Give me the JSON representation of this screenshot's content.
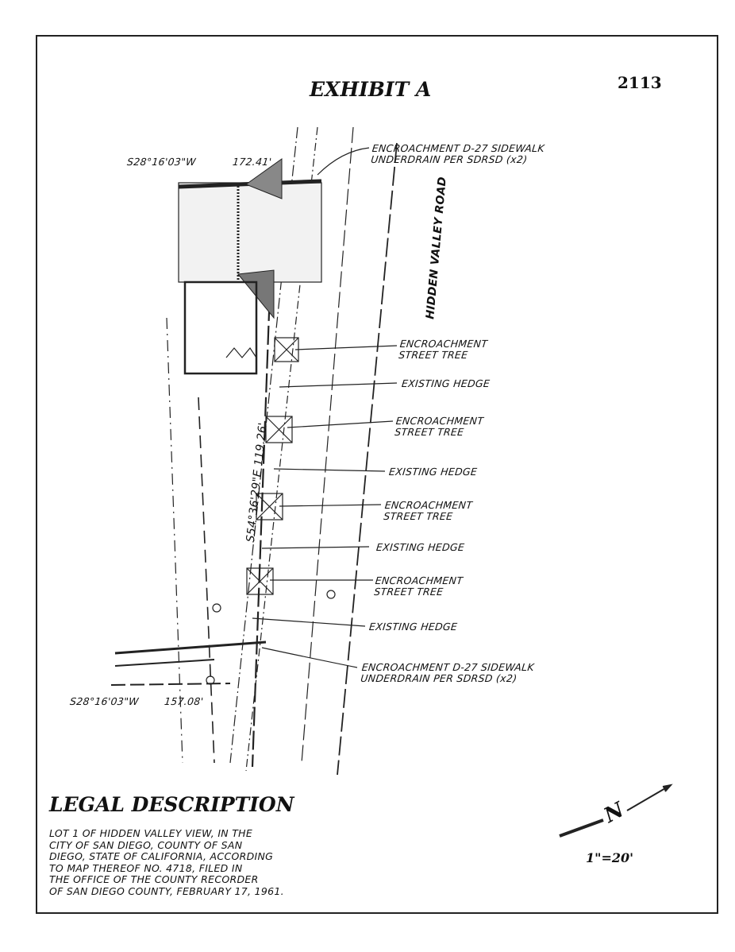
{
  "header": {
    "title": "EXHIBIT A",
    "number": "2113"
  },
  "plan": {
    "road_name": "HIDDEN VALLEY ROAD",
    "bearings": {
      "top": {
        "bearing": "S28°16'03\"W",
        "distance": "172.41'"
      },
      "bottom": {
        "bearing": "S28°16'03\"W",
        "distance": "157.08'"
      },
      "side": "S54°36'29\"E 119.26'"
    },
    "callouts": [
      {
        "line1": "ENCROACHMENT D-27 SIDEWALK",
        "line2": "UNDERDRAIN PER SDRSD (x2)"
      },
      {
        "line1": "ENCROACHMENT",
        "line2": "STREET TREE"
      },
      {
        "line1": "EXISTING HEDGE"
      },
      {
        "line1": "ENCROACHMENT",
        "line2": "STREET TREE"
      },
      {
        "line1": "EXISTING HEDGE"
      },
      {
        "line1": "ENCROACHMENT",
        "line2": "STREET TREE"
      },
      {
        "line1": "EXISTING HEDGE"
      },
      {
        "line1": "ENCROACHMENT",
        "line2": "STREET TREE"
      },
      {
        "line1": "EXISTING HEDGE"
      },
      {
        "line1": "ENCROACHMENT D-27 SIDEWALK",
        "line2": "UNDERDRAIN PER SDRSD (x2)"
      }
    ]
  },
  "legal": {
    "heading": "LEGAL DESCRIPTION",
    "lines": [
      "LOT 1 OF HIDDEN VALLEY VIEW, IN THE",
      "CITY OF SAN DIEGO, COUNTY OF SAN",
      "DIEGO, STATE OF CALIFORNIA, ACCORDING",
      "TO MAP THEREOF NO. 4718, FILED IN",
      "THE OFFICE OF THE COUNTY RECORDER",
      "OF SAN DIEGO COUNTY, FEBRUARY 17, 1961."
    ]
  },
  "north": {
    "letter": "N",
    "scale": "1\"=20'"
  }
}
